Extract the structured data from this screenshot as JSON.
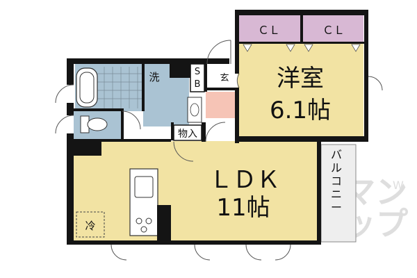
{
  "rooms": {
    "western": {
      "name": "洋室",
      "size": "6.1帖"
    },
    "ldk": {
      "name": "ＬＤＫ",
      "size": "11帖"
    },
    "closet_left": "ＣＬ",
    "closet_right": "ＣＬ",
    "balcony": "バルコニー",
    "washroom": "洗",
    "shoebox_top": "S",
    "shoebox_bottom": "B",
    "entrance": "玄",
    "storage": "物入",
    "fridge": "冷"
  },
  "watermark": {
    "line1": "アパマン",
    "line2": "ショップ",
    "small": "W"
  },
  "colors": {
    "wall": "#141414",
    "floor_wood": "#f2e3a3",
    "closet": "#d8b8d4",
    "bath": "#aac3d3",
    "entrance": "#f6c4b6",
    "balcony": "#eeeeee",
    "watermark": "#d4d4d4"
  }
}
